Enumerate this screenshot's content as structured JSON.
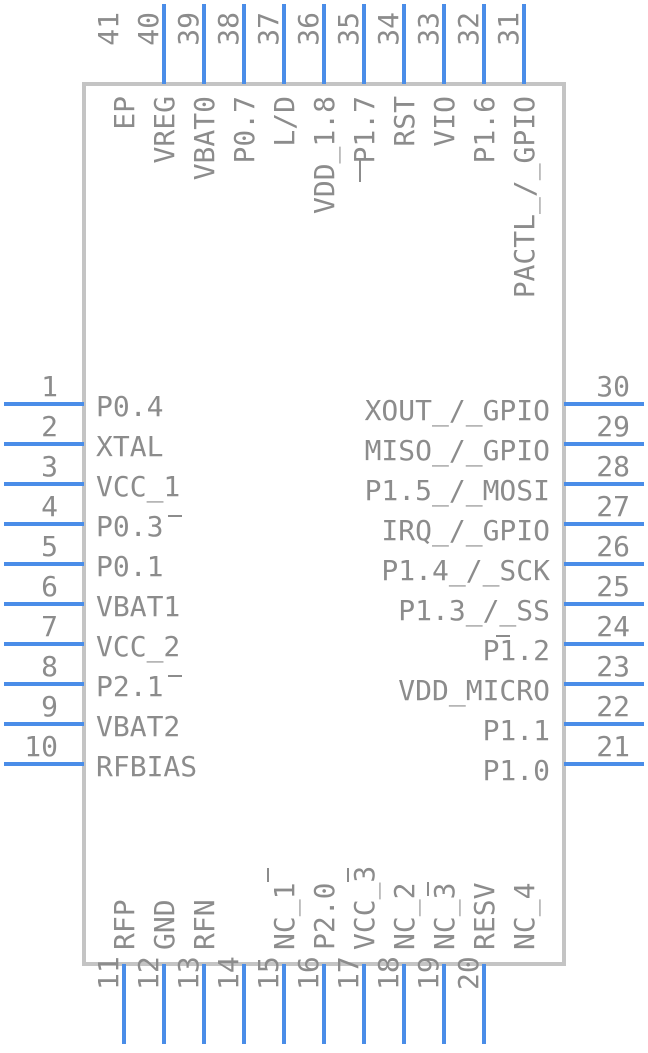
{
  "component": {
    "pins": {
      "left": [
        {
          "num": "1",
          "name": "P0.4"
        },
        {
          "num": "2",
          "name": "XTAL"
        },
        {
          "num": "3",
          "name": "VCC_1"
        },
        {
          "num": "4",
          "name": "P0.3"
        },
        {
          "num": "5",
          "name": "P0.1"
        },
        {
          "num": "6",
          "name": "VBAT1"
        },
        {
          "num": "7",
          "name": "VCC_2"
        },
        {
          "num": "8",
          "name": "P2.1"
        },
        {
          "num": "9",
          "name": "VBAT2"
        },
        {
          "num": "10",
          "name": "RFBIAS"
        }
      ],
      "bottom": [
        {
          "num": "11",
          "name": "RFP"
        },
        {
          "num": "12",
          "name": "GND"
        },
        {
          "num": "13",
          "name": "RFN"
        },
        {
          "num": "14",
          "name": ""
        },
        {
          "num": "15",
          "name": "NC_1"
        },
        {
          "num": "16",
          "name": "P2.0"
        },
        {
          "num": "17",
          "name": "VCC_3"
        },
        {
          "num": "18",
          "name": "NC_2"
        },
        {
          "num": "19",
          "name": "NC_3"
        },
        {
          "num": "20",
          "name": "RESV"
        },
        {
          "num": "",
          "name": "NC_4"
        }
      ],
      "right": [
        {
          "num": "30",
          "name": "XOUT_/_GPIO"
        },
        {
          "num": "29",
          "name": "MISO_/_GPIO"
        },
        {
          "num": "28",
          "name": "P1.5_/_MOSI"
        },
        {
          "num": "27",
          "name": "IRQ_/_GPIO"
        },
        {
          "num": "26",
          "name": "P1.4_/_SCK"
        },
        {
          "num": "25",
          "name": "P1.3_/_SS"
        },
        {
          "num": "24",
          "name": "P1.2"
        },
        {
          "num": "23",
          "name": "VDD_MICRO"
        },
        {
          "num": "22",
          "name": "P1.1"
        },
        {
          "num": "21",
          "name": "P1.0"
        }
      ],
      "top": [
        {
          "num": "41",
          "name": "EP"
        },
        {
          "num": "40",
          "name": "VREG"
        },
        {
          "num": "39",
          "name": "VBAT0"
        },
        {
          "num": "38",
          "name": "P0.7"
        },
        {
          "num": "37",
          "name": "L/D"
        },
        {
          "num": "36",
          "name": "VDD_1.8"
        },
        {
          "num": "35",
          "name": "P1.7"
        },
        {
          "num": "34",
          "name": "RST"
        },
        {
          "num": "33",
          "name": "VIO"
        },
        {
          "num": "32",
          "name": "P1.6"
        },
        {
          "num": "31",
          "name": "PACTL_/_GPIO"
        }
      ]
    },
    "colors": {
      "pin": "#4a8de8",
      "body": "#c4c4c4",
      "text": "#8c8c8c"
    }
  }
}
